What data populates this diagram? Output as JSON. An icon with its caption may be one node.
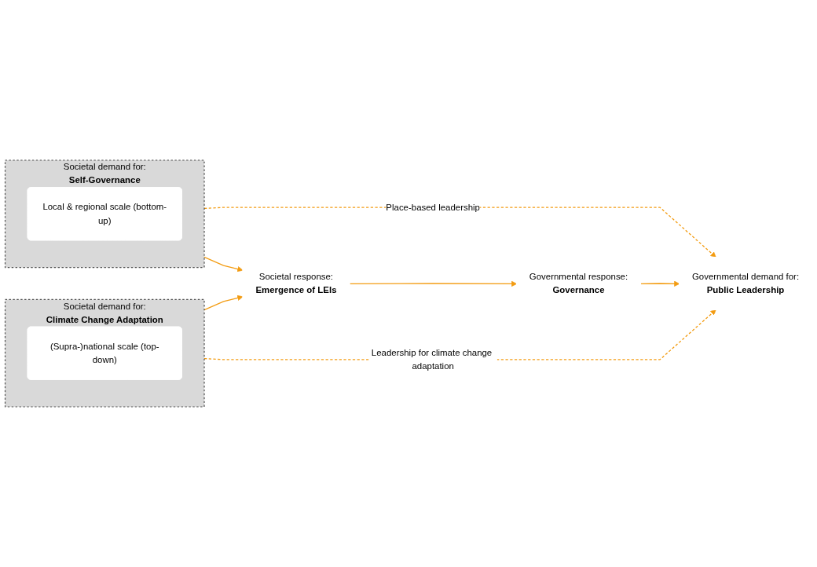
{
  "diagram": {
    "nodes": [
      {
        "text": [
          "Societal demand for:",
          "Self-Governance"
        ]
      },
      {
        "text": [
          "Local & regional scale (bottom-up)"
        ],
        "in": 0
      },
      {
        "text": [
          "Societal demand for:",
          "Climate Change Adaptation"
        ]
      },
      {
        "text": [
          "(Supra-)national scale (top-down)"
        ],
        "in": 2
      },
      {
        "text": [
          "Societal response:",
          "Emergence of LEIs"
        ]
      },
      {
        "text": [
          "Governmental response:",
          "Governance"
        ]
      },
      {
        "text": [
          "Governmental demand for:",
          "Public Leadership"
        ]
      }
    ],
    "edges": [
      {
        "from": 0,
        "to": 6,
        "arrow": "to",
        "style": "dashed",
        "label": "Place-based leadership"
      },
      {
        "from": 0,
        "to": 4,
        "arrow": "to"
      },
      {
        "from": 2,
        "to": 4,
        "arrow": "to"
      },
      {
        "from": 4,
        "to": 5,
        "arrow": "to"
      },
      {
        "from": 5,
        "to": 6,
        "arrow": "to"
      },
      {
        "from": 2,
        "to": 6,
        "arrow": "to",
        "style": "dashed",
        "label": "Leadership for climate change adaptation"
      }
    ]
  }
}
